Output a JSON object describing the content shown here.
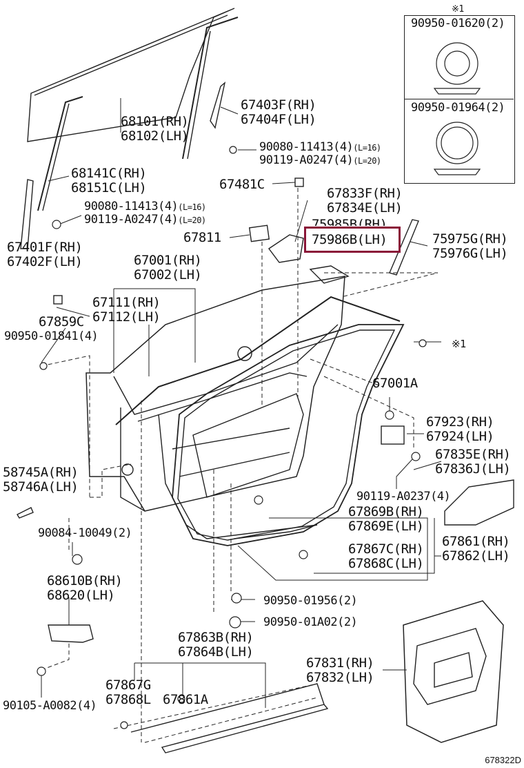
{
  "diagram_ref": "678322D",
  "highlight_color": "#8a1538",
  "note_mark": "※1",
  "inset": {
    "note": "※1",
    "part_a": "90950-01620(2)",
    "part_b": "90950-01964(2)"
  },
  "labels": {
    "glass": [
      "68101(RH)",
      "68102(LH)"
    ],
    "run_channel": [
      "67403F(RH)",
      "67404F(LH)"
    ],
    "run_bolts": [
      "90080-11413(4)",
      "90119-A0247(4)"
    ],
    "run_bolts_note": [
      "(L=16)",
      "(L=20)"
    ],
    "channel_lower": [
      "68141C(RH)",
      "68151C(LH)"
    ],
    "lower_bolts": [
      "90080-11413(4)",
      "90119-A0247(4)"
    ],
    "lower_bolts_note": [
      "(L=16)",
      "(L=20)"
    ],
    "lower_channel": [
      "67401F(RH)",
      "67402F(LH)"
    ],
    "clip_67481": "67481C",
    "cover_67833": [
      "67833F(RH)",
      "67834E(LH)"
    ],
    "pad_67811": "67811",
    "moulding_75985": "75985B(RH)",
    "moulding_75986": "75986B(LH)",
    "garnish_75975": [
      "75975G(RH)",
      "75976G(LH)"
    ],
    "panel_67001": [
      "67001(RH)",
      "67002(LH)"
    ],
    "seal_67111": [
      "67111(RH)",
      "67112(LH)"
    ],
    "cap_67859": "67859C",
    "clip_90950_01841": "90950-01841(4)",
    "mark_x1": "※1",
    "panel_67001a": "67001A",
    "seal_58745": [
      "58745A(RH)",
      "58746A(LH)"
    ],
    "bracket_67923": [
      "67923(RH)",
      "67924(LH)"
    ],
    "seal_67835": [
      "67835E(RH)",
      "67836J(LH)"
    ],
    "bolt_90119_a0237": "90119-A0237(4)",
    "bolt_90084": "90084-10049(2)",
    "clip_67869": [
      "67869B(RH)",
      "67869E(LH)"
    ],
    "weatherstrip_67861": [
      "67861(RH)",
      "67862(LH)"
    ],
    "clip_67867": [
      "67867C(RH)",
      "67868C(LH)"
    ],
    "hinge_68610": [
      "68610B(RH)",
      "68620(LH)"
    ],
    "plug_90950_01956": "90950-01956(2)",
    "plug_90950_01a02": "90950-01A02(2)",
    "strip_67863": [
      "67863B(RH)",
      "67864B(LH)"
    ],
    "cover_67831": [
      "67831(RH)",
      "67832(LH)"
    ],
    "clip_67867g": [
      "67867G",
      "67868L"
    ],
    "clip_67861a": "67861A",
    "bolt_90105": "90105-A0082(4)"
  }
}
